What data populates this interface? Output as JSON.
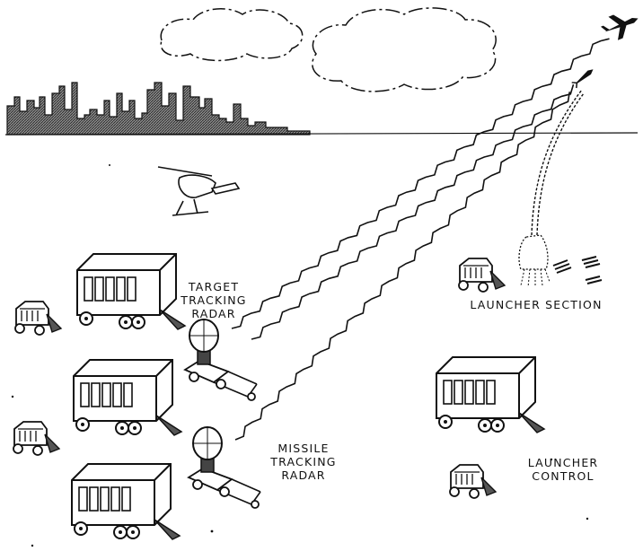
{
  "labels": {
    "target_tracking_radar": [
      "TARGET",
      "TRACKING",
      "RADAR"
    ],
    "launcher_section": "LAUNCHER SECTION",
    "missile_tracking_radar": [
      "MISSILE",
      "TRACKING",
      "RADAR"
    ],
    "launcher_control": [
      "LAUNCHER",
      "CONTROL"
    ]
  },
  "icons": [
    "city-skyline-icon",
    "cloud-icon",
    "airplane-icon",
    "missile-icon",
    "helicopter-icon",
    "trailer-van-icon",
    "generator-cart-icon",
    "radar-dish-icon",
    "radar-beam-icon",
    "missile-launch-smoke-icon",
    "launcher-rail-icon"
  ],
  "colors": {
    "ink": "#111111",
    "building_fill": "#6b6b6b",
    "background": "#ffffff"
  }
}
